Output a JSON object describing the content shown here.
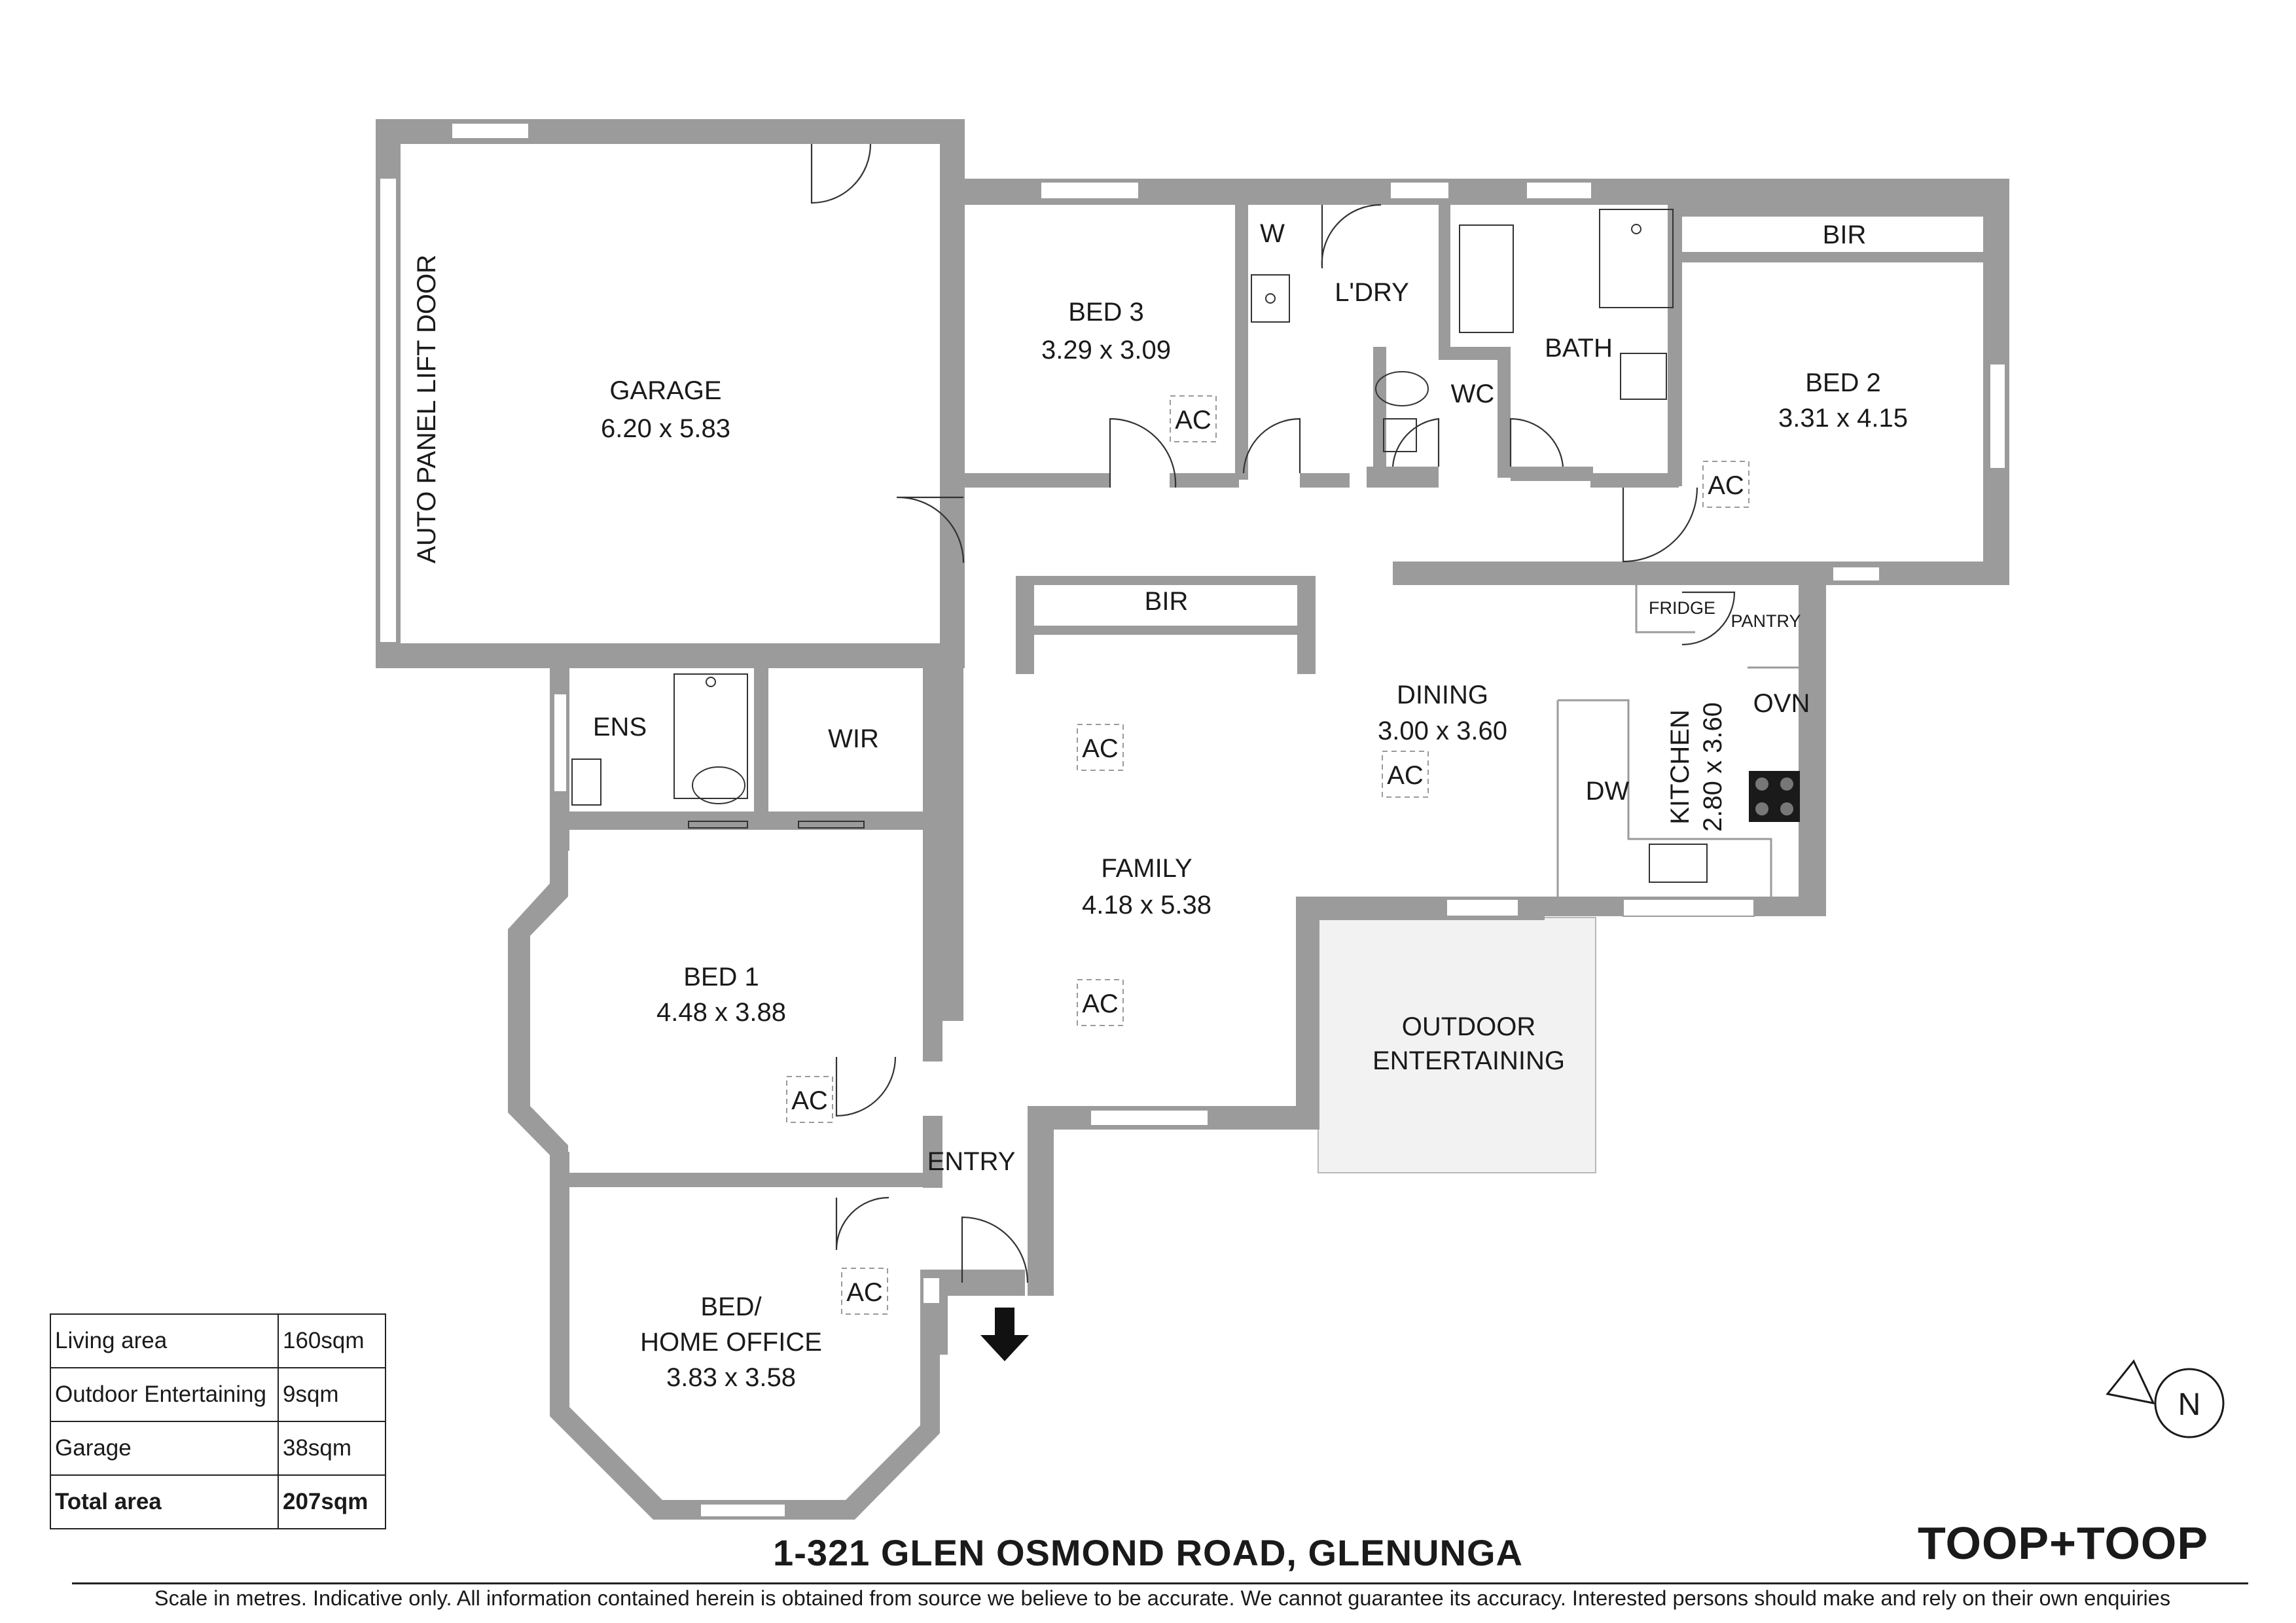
{
  "rooms": {
    "garage": {
      "name": "GARAGE",
      "dims": "6.20 x 5.83"
    },
    "garage_door": "AUTO PANEL LIFT DOOR",
    "bed3": {
      "name": "BED 3",
      "dims": "3.29 x 3.09"
    },
    "w": "W",
    "laundry": "L'DRY",
    "wc": "WC",
    "bath": "BATH",
    "bir_bed2": "BIR",
    "bed2": {
      "name": "BED 2",
      "dims": "3.31 x 4.15"
    },
    "bir_family": "BIR",
    "dining": {
      "name": "DINING",
      "dims": "3.00 x 3.60"
    },
    "fridge": "FRIDGE",
    "pantry": "PANTRY",
    "ovn": "OVN",
    "dw": "DW",
    "kitchen": {
      "name": "KITCHEN",
      "dims": "2.80 x 3.60"
    },
    "ens": "ENS",
    "wir": "WIR",
    "family": {
      "name": "FAMILY",
      "dims": "4.18 x 5.38"
    },
    "bed1": {
      "name": "BED 1",
      "dims": "4.48 x 3.88"
    },
    "outdoor": {
      "line1": "OUTDOOR",
      "line2": "ENTERTAINING"
    },
    "entry": "ENTRY",
    "office": {
      "line1": "BED/",
      "line2": "HOME OFFICE",
      "dims": "3.83 x 3.58"
    }
  },
  "ac_label": "AC",
  "compass": "N",
  "areas": [
    {
      "label": "Living area",
      "value": "160sqm"
    },
    {
      "label": "Outdoor Entertaining",
      "value": "9sqm"
    },
    {
      "label": "Garage",
      "value": "38sqm"
    },
    {
      "label": "Total area",
      "value": "207sqm"
    }
  ],
  "address": "1-321 GLEN OSMOND ROAD, GLENUNGA",
  "brand": "TOOP+TOOP",
  "disclaimer": "Scale in metres. Indicative only. All information contained herein is obtained from source we believe to be accurate. We cannot guarantee its accuracy. Interested persons should make and rely on their own enquiries",
  "colors": {
    "wall": "#9b9b9b",
    "outdoor_fill": "#f1f2f1",
    "text": "#1a1a1a"
  }
}
